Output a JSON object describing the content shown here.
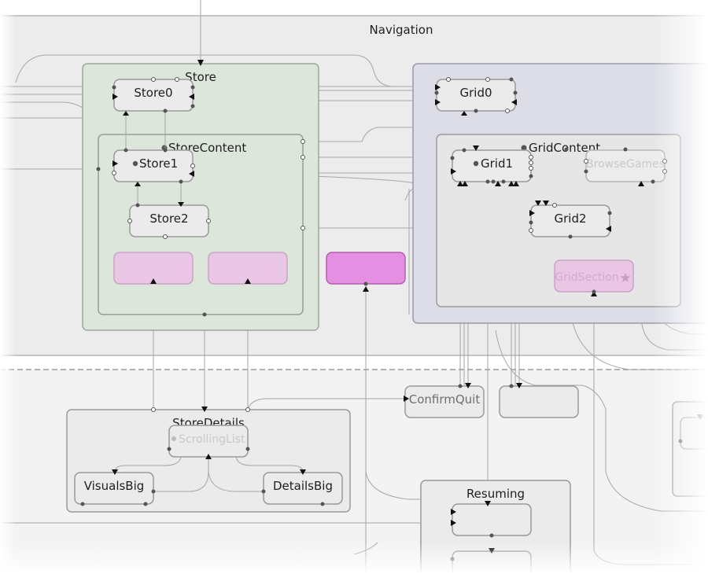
{
  "groups": {
    "navigation": "Navigation",
    "store": "Store",
    "store_content": "StoreContent",
    "grid_content": "GridContent",
    "store_details": "StoreDetails",
    "resuming": "Resuming"
  },
  "nodes": {
    "store0": "Store0",
    "store1": "Store1",
    "store2": "Store2",
    "grid0": "Grid0",
    "grid1": "Grid1",
    "grid2": "Grid2",
    "browse_games": "BrowseGames",
    "grid_section": "GridSection",
    "confirm_quit": "ConfirmQuit",
    "scrolling_list": "ScrollingList",
    "visuals_big": "VisualsBig",
    "details_big": "DetailsBig"
  },
  "colors": {
    "store_fill": "#dce6da",
    "grid_fill": "#dcdde6",
    "navigation_fill": "#ececec",
    "pink": "#e8c6e4",
    "magenta": "#e58fe2"
  }
}
